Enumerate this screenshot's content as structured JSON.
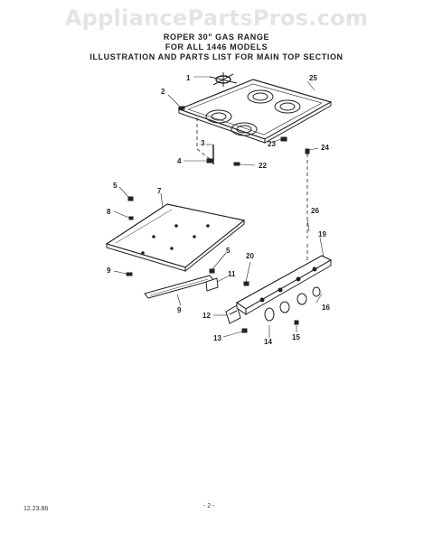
{
  "watermark": "AppliancePartsPros.com",
  "header": {
    "line1": "ROPER 30\" GAS RANGE",
    "line2": "FOR ALL 1446 MODELS",
    "line3": "ILLUSTRATION AND PARTS LIST FOR MAIN TOP SECTION"
  },
  "callouts": {
    "c1": "1",
    "c2": "2",
    "c3": "3",
    "c4": "4",
    "c5a": "5",
    "c5b": "5",
    "c7": "7",
    "c8": "8",
    "c9a": "9",
    "c9b": "9",
    "c11": "11",
    "c12": "12",
    "c13": "13",
    "c14": "14",
    "c15": "15",
    "c16": "16",
    "c19": "19",
    "c20": "20",
    "c22": "22",
    "c23": "23",
    "c24": "24",
    "c25": "25",
    "c26": "26"
  },
  "footer": {
    "date": "12.23.86",
    "page": "- 2 -"
  }
}
